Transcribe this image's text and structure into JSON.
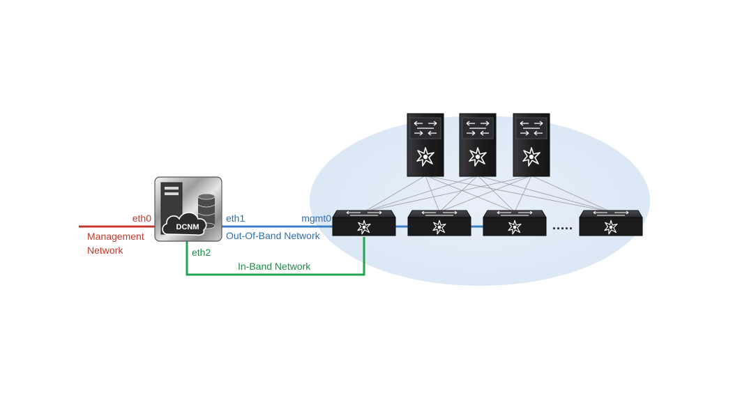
{
  "colors": {
    "management": "#c0392b",
    "out_of_band": "#3a7fc4",
    "in_band": "#23a350",
    "fabric_cloud": "#dfe9f5",
    "switch_body": "#1c1c1e",
    "fabric_links": "#9a9a9a"
  },
  "dcnm": {
    "label": "DCNM",
    "icon": "server-cloud-database-icon"
  },
  "labels": {
    "eth0": "eth0",
    "management_line1": "Management",
    "management_line2": "Network",
    "eth1": "eth1",
    "mgmt0": "mgmt0",
    "out_of_band": "Out-Of-Band Network",
    "eth2": "eth2",
    "in_band": "In-Band Network",
    "ellipsis": "....."
  },
  "fabric": {
    "spine_icons": [
      "spine-switch-icon",
      "spine-switch-icon",
      "spine-switch-icon"
    ],
    "leaf_icons": [
      "leaf-switch-icon",
      "leaf-switch-icon",
      "leaf-switch-icon",
      "leaf-switch-icon"
    ]
  }
}
